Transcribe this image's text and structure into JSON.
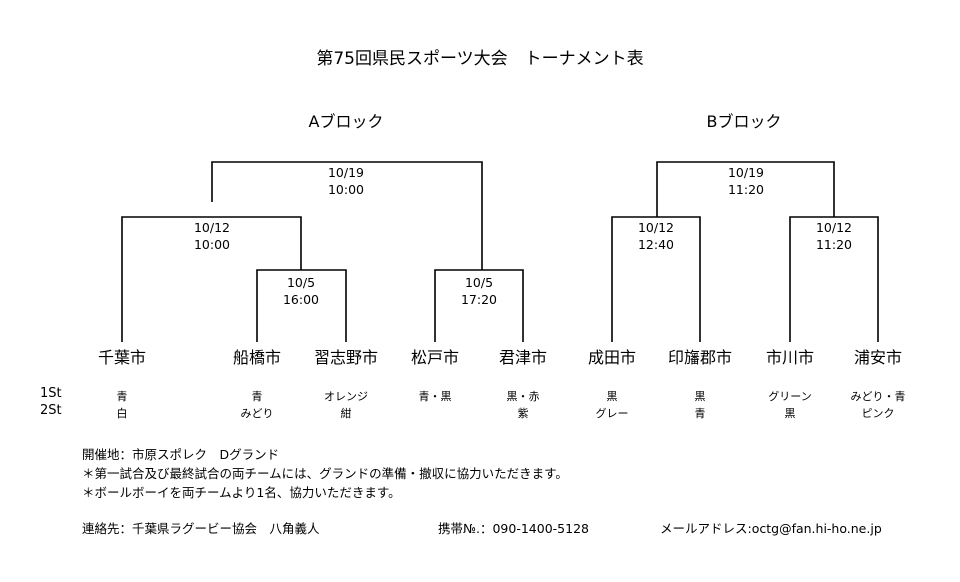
{
  "title": "第75回県民スポーツ大会　トーナメント表",
  "blocks": [
    {
      "label": "Aブロック",
      "final": {
        "date": "10/19",
        "time": "10:00"
      }
    },
    {
      "label": "Bブロック",
      "final": {
        "date": "10/19",
        "time": "11:20"
      }
    }
  ],
  "matches": [
    {
      "date": "10/12",
      "time": "10:00"
    },
    {
      "date": "10/5",
      "time": "16:00"
    },
    {
      "date": "10/5",
      "time": "17:20"
    },
    {
      "date": "10/12",
      "time": "12:40"
    },
    {
      "date": "10/12",
      "time": "11:20"
    }
  ],
  "row_labels": {
    "first": "1St",
    "second": "2St"
  },
  "teams": [
    {
      "name": "千葉市",
      "first": "青",
      "second": "白"
    },
    {
      "name": "船橋市",
      "first": "青",
      "second": "みどり"
    },
    {
      "name": "習志野市",
      "first": "オレンジ",
      "second": "紺"
    },
    {
      "name": "松戸市",
      "first": "青・黒",
      "second": ""
    },
    {
      "name": "君津市",
      "first": "黒・赤",
      "second": "紫"
    },
    {
      "name": "成田市",
      "first": "黒",
      "second": "グレー"
    },
    {
      "name": "印旛郡市",
      "first": "黒",
      "second": "青"
    },
    {
      "name": "市川市",
      "first": "グリーン",
      "second": "黒"
    },
    {
      "name": "浦安市",
      "first": "みどり・青",
      "second": "ピンク"
    }
  ],
  "notes": [
    "開催地：市原スポレク　Dグランド",
    "＊第一試合及び最終試合の両チームには、グランドの準備・撤収に協力いただきます。",
    "＊ボールボーイを両チームより1名、協力いただきます。"
  ],
  "footer": {
    "contact": "連絡先：千葉県ラグービー協会　八角義人",
    "phone": "携帯№.：090-1400-5128",
    "email": "メールアドレス:octg@fan.hi-ho.ne.jp"
  }
}
